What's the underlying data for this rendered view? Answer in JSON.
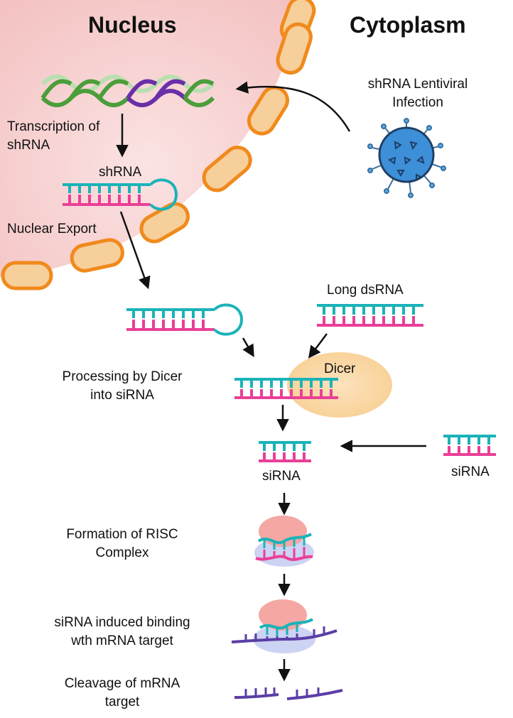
{
  "headings": {
    "nucleus": "Nucleus",
    "cytoplasm": "Cytoplasm"
  },
  "labels": {
    "infection": [
      "shRNA Lentiviral",
      "Infection"
    ],
    "transcription": [
      "Transcription of",
      "shRNA"
    ],
    "shrna": "shRNA",
    "nuclear_export": "Nuclear Export",
    "long_dsrna": "Long dsRNA",
    "dicer": "Dicer",
    "processing": [
      "Processing by Dicer",
      "into siRNA"
    ],
    "sirna_center": "siRNA",
    "sirna_right": "siRNA",
    "risc": [
      "Formation of RISC",
      "Complex"
    ],
    "binding": [
      "siRNA induced binding",
      "wth mRNA target"
    ],
    "cleavage": [
      "Cleavage of mRNA",
      "target"
    ]
  },
  "colors": {
    "nucleus_fill": "#f6c9c9",
    "membrane_fill": "#f6cf9a",
    "membrane_stroke": "#f08a1c",
    "teal_strand": "#1ab3b8",
    "pink_strand": "#ea3f97",
    "mrna": "#5b3ea6",
    "dna_green": "#4c9e3a",
    "dna_purple": "#6a2fa8",
    "virus": "#3d8fd8",
    "dicer": "#fbd8a4",
    "risc_top": "#f4a7a3",
    "risc_bottom": "#cfd3f2"
  }
}
